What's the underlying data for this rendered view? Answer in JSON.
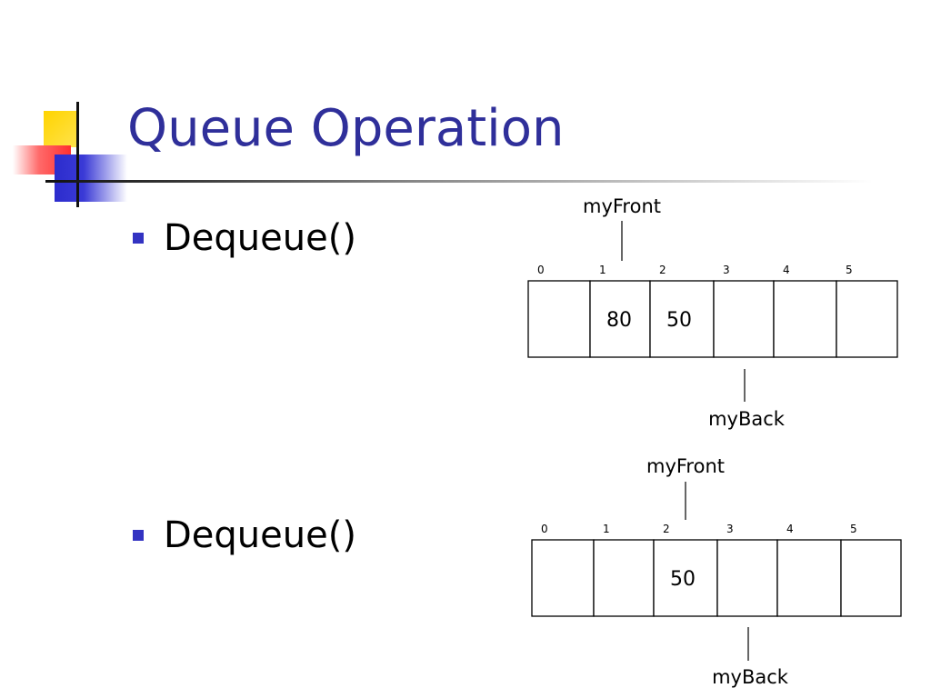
{
  "title": "Queue Operation",
  "bullets": [
    "Dequeue()",
    "Dequeue()"
  ],
  "colors": {
    "title": "#2f2f9a",
    "bullet": "#3333c2"
  },
  "diagrams": [
    {
      "indices": [
        "0",
        "1",
        "2",
        "3",
        "4",
        "5"
      ],
      "cells": [
        "",
        "80",
        "50",
        "",
        "",
        ""
      ],
      "front_label": "myFront",
      "back_label": "myBack",
      "front_index": 1,
      "back_index": 3
    },
    {
      "indices": [
        "0",
        "1",
        "2",
        "3",
        "4",
        "5"
      ],
      "cells": [
        "",
        "",
        "50",
        "",
        "",
        ""
      ],
      "front_label": "myFront",
      "back_label": "myBack",
      "front_index": 2,
      "back_index": 3
    }
  ]
}
